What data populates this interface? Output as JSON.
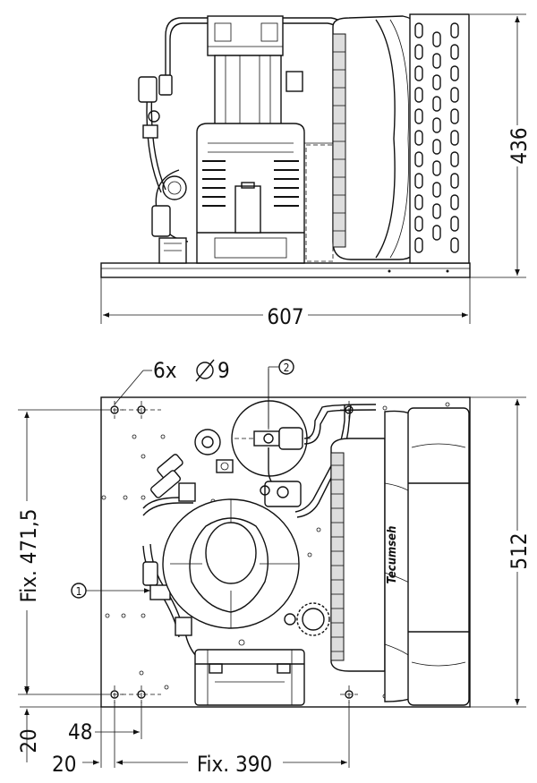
{
  "side_view": {
    "height_dim": "436",
    "width_dim": "607"
  },
  "top_view": {
    "holes_label": "6x",
    "hole_dia": "9",
    "callout_1": "1",
    "callout_2": "2",
    "fix_height_dim": "Fix. 471,5",
    "depth_dim": "512",
    "offset_y_dim": "20",
    "offset_x_dim": "20",
    "hole_offset_dim": "48",
    "fix_width_dim": "Fix. 390",
    "fan_brand": "Tecumseh"
  },
  "colors": {
    "line": "#111111",
    "background": "#ffffff"
  }
}
